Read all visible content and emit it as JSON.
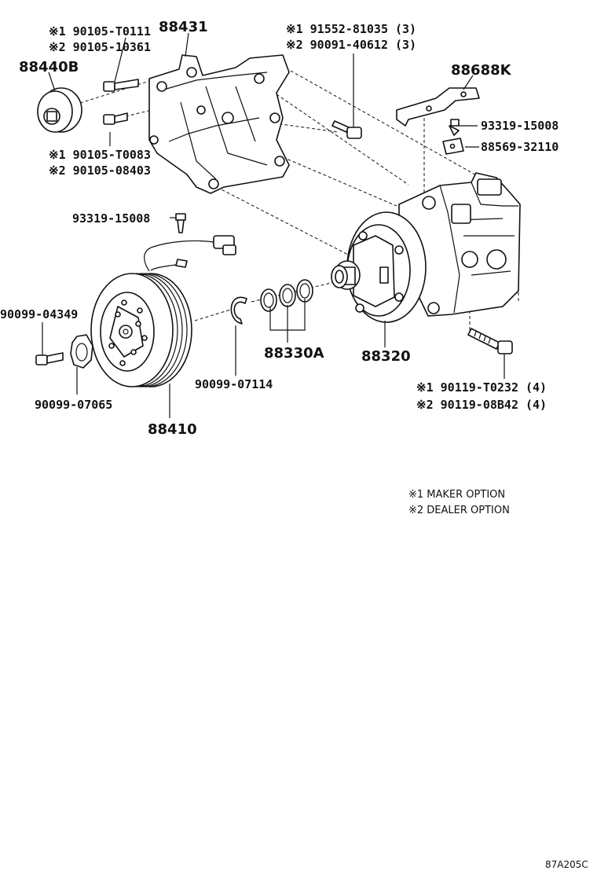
{
  "labels": {
    "bracket": "88431",
    "idler_pulley": "88440B",
    "bolt_a1": "※1 90105-T0111",
    "bolt_a2": "※2 90105-10361",
    "bolt_b1": "※1 90105-T0083",
    "bolt_b2": "※2 90105-08403",
    "bolt_c1": "※1 91552-81035 (3)",
    "bolt_c2": "※2 90091-40612 (3)",
    "stay": "88688K",
    "bolt_stay": "93319-15008",
    "clamp": "88569-32110",
    "bolt_wire": "93319-15008",
    "washer_bolt": "90099-04349",
    "lock_washer": "90099-07065",
    "snap_ring": "90099-07114",
    "shims": "88330A",
    "compressor": "88320",
    "clutch": "88410",
    "bolt_d1": "※1 90119-T0232 (4)",
    "bolt_d2": "※2 90119-08B42 (4)"
  },
  "legend": {
    "maker": "※1 MAKER OPTION",
    "dealer": "※2 DEALER OPTION"
  },
  "illustration_code": "87A205C"
}
